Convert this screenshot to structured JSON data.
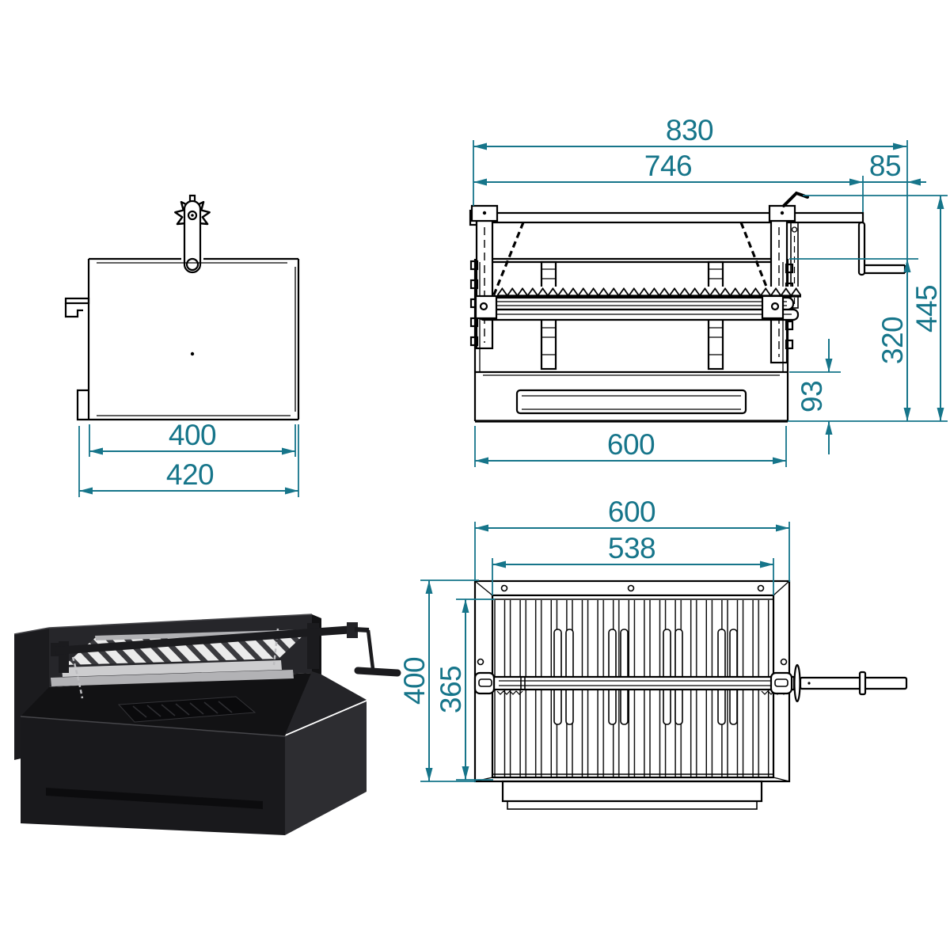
{
  "page": {
    "background": "#ffffff"
  },
  "colors": {
    "dimension_line": "#16758a",
    "drawing_line": "#000000",
    "render_body": "#1b1b1e",
    "render_front": "#19191c",
    "render_side": "#2d2d31",
    "render_back": "#26262a",
    "render_interior": "#121214",
    "grate_steel": "#ebebeb",
    "rail_steel": "#cdcdcf",
    "rail_steel_dark": "#b2b2b5",
    "chain_silver": "#bdbdc0"
  },
  "views": {
    "side": {
      "dimensions": {
        "grill_width": "400",
        "total_width": "420"
      }
    },
    "front": {
      "dimensions": {
        "total_width": "830",
        "bar_length": "746",
        "wall_bracket": "85",
        "total_height": "445",
        "body_height": "320",
        "ash_drawer_height": "93",
        "body_width": "600"
      }
    },
    "top": {
      "dimensions": {
        "body_width": "600",
        "grate_width": "538",
        "body_depth": "400",
        "grate_depth": "365"
      }
    }
  }
}
